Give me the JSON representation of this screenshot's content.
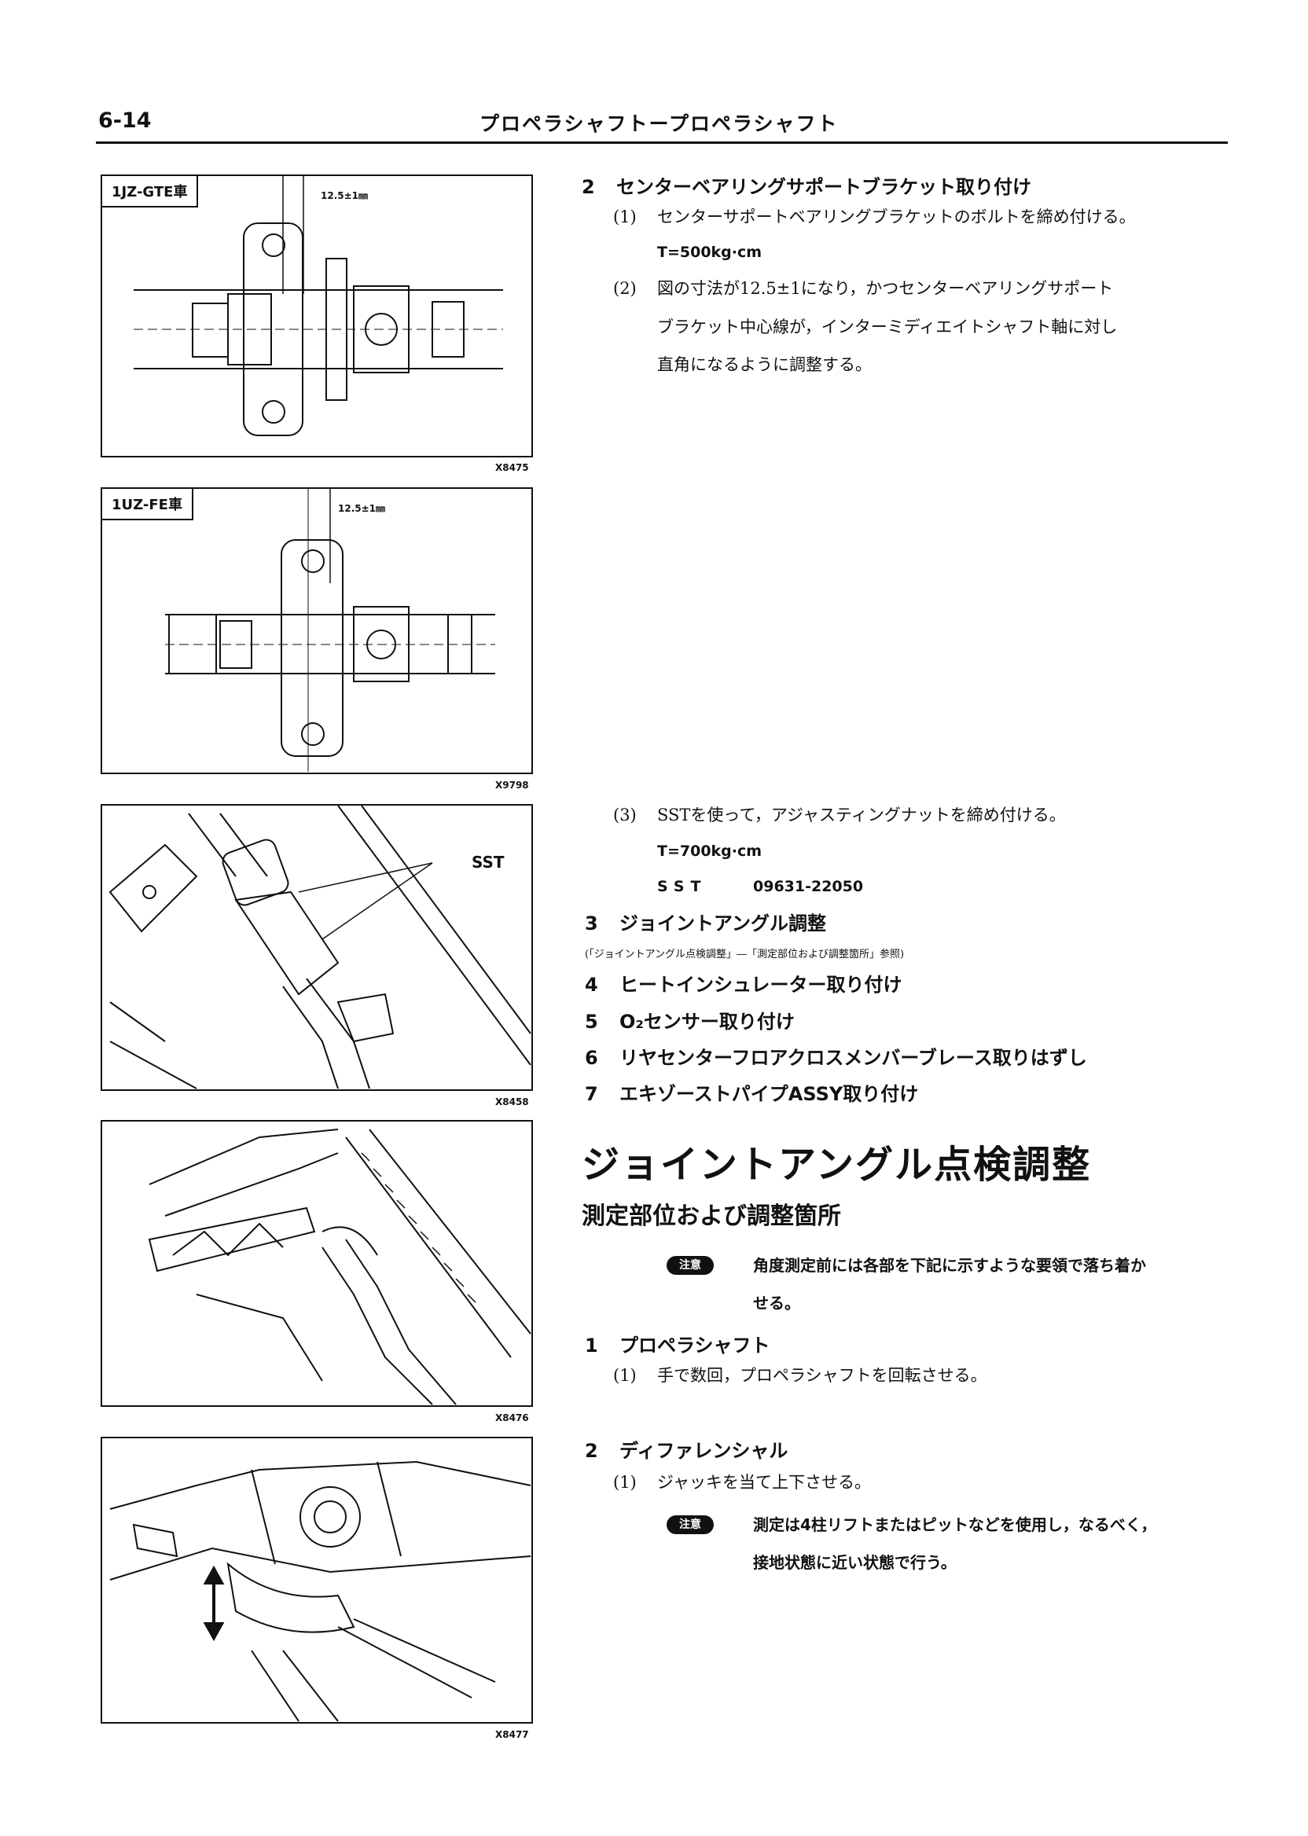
{
  "header": {
    "page_number": "6-14",
    "running_title": "プロペラシャフトープロペラシャフト"
  },
  "figures": [
    {
      "label": "1JZ-GTE車",
      "dimension": "12.5±1㎜",
      "code": "X8475"
    },
    {
      "label": "1UZ-FE車",
      "dimension": "12.5±1㎜",
      "code": "X9798"
    },
    {
      "callout": "SST",
      "code": "X8458"
    },
    {
      "code": "X8476"
    },
    {
      "code": "X8477"
    }
  ],
  "steps": {
    "s2": {
      "number": "2",
      "title": "センターベアリングサポートブラケット取り付け",
      "sub1_num": "(1)",
      "sub1_text": "センターサポートベアリングブラケットのボルトを締め付ける。",
      "sub1_value": "T=500kg·cm",
      "sub2_num": "(2)",
      "sub2_line1": "図の寸法が12.5±1になり，かつセンターベアリングサポート",
      "sub2_line2": "ブラケット中心線が，インターミディエイトシャフト軸に対し",
      "sub2_line3": "直角になるように調整する。",
      "sub3_num": "(3)",
      "sub3_text": "SSTを使って，アジャスティングナットを締め付ける。",
      "sub3_value": "T=700kg·cm",
      "sub3_sst_label": "SST",
      "sub3_sst_number": "09631-22050"
    },
    "s3": {
      "number": "3",
      "title": "ジョイントアングル調整",
      "ref": "(「ジョイントアングル点検調整」―「測定部位および調整箇所」参照)"
    },
    "s4": {
      "number": "4",
      "title": "ヒートインシュレーター取り付け"
    },
    "s5": {
      "number": "5",
      "title": "O₂センサー取り付け"
    },
    "s6": {
      "number": "6",
      "title": "リヤセンターフロアクロスメンバーブレース取りはずし"
    },
    "s7": {
      "number": "7",
      "title": "エキゾーストパイプASSY取り付け"
    }
  },
  "section": {
    "title": "ジョイントアングル点検調整",
    "subtitle": "測定部位および調整箇所",
    "note_badge": "注意",
    "note1_line1": "角度測定前には各部を下記に示すような要領で落ち着か",
    "note1_line2": "せる。",
    "p1_number": "1",
    "p1_title": "プロペラシャフト",
    "p1_sub_num": "(1)",
    "p1_sub_text": "手で数回，プロペラシャフトを回転させる。",
    "p2_number": "2",
    "p2_title": "ディファレンシャル",
    "p2_sub_num": "(1)",
    "p2_sub_text": "ジャッキを当て上下させる。",
    "note2_line1": "測定は4柱リフトまたはピットなどを使用し，なるべく，",
    "note2_line2": "接地状態に近い状態で行う。"
  }
}
